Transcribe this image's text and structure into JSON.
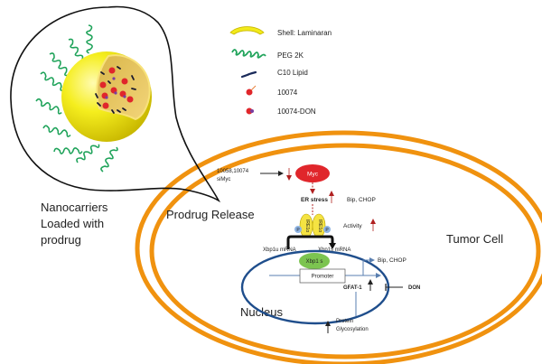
{
  "legend": {
    "items": [
      {
        "icon": "shell-icon",
        "label": "Shell: Laminaran"
      },
      {
        "icon": "peg-icon",
        "label": "PEG 2K"
      },
      {
        "icon": "lipid-icon",
        "label": "C10 Lipid"
      },
      {
        "icon": "drug-10074-icon",
        "label": "10074"
      },
      {
        "icon": "drug-10074-don-icon",
        "label": "10074-DON"
      }
    ]
  },
  "labels": {
    "nanocarriers_line1": "Nanocarriers",
    "nanocarriers_line2": "Loaded with",
    "nanocarriers_line3": "prodrug",
    "prodrug_release": "Prodrug Release",
    "tumor_cell": "Tumor Cell",
    "nucleus": "Nucleus"
  },
  "pathway": {
    "inhibitors_line1": "10058,10074",
    "inhibitors_line2": "siMyc",
    "myc": "Myc",
    "er_stress": "ER stress",
    "bip_chop_1": "Bip, CHOP",
    "ire1a_left": "IRE1α",
    "ire1a_right": "IRE1α",
    "phospho": "P",
    "activity": "Activity",
    "xbp1u_mrna": "Xbp1u mRNA",
    "xbp1s_mrna": "Xbp1s  mRNA",
    "xbp1s": "Xbp1 s",
    "promoter": "Promoter",
    "bip_chop_2": "Bip, CHOP",
    "gfat1": "GFAT-1",
    "don": "DON",
    "protein_glyco_line1": "Protein",
    "protein_glyco_line2": "Glycosylation"
  },
  "colors": {
    "membrane": "#f0920f",
    "nucleus": "#1f4e8c",
    "myc": "#e0262b",
    "xbp1s": "#7cc450",
    "ire": "#f5e342",
    "phospho": "#8fb4e3",
    "peg": "#1fa35a",
    "shell": "#f2ea1b",
    "up_arrow": "#c0504d"
  }
}
